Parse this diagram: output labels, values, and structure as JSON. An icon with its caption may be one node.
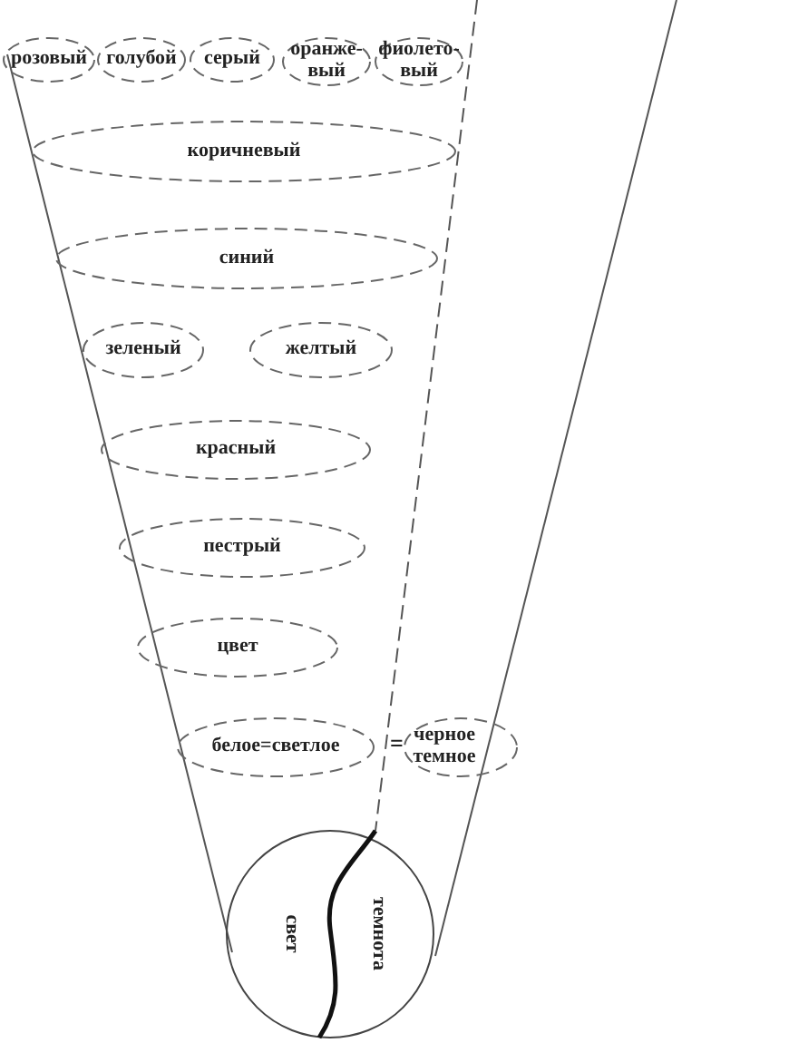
{
  "diagram": {
    "nodes": [
      {
        "text": [
          "розовый"
        ]
      },
      {
        "text": [
          "голубой"
        ]
      },
      {
        "text": [
          "серый"
        ]
      },
      {
        "text": [
          "оранже-вый"
        ]
      },
      {
        "text": [
          "фиолето-вый"
        ]
      },
      {
        "text": [
          "коричневый"
        ]
      },
      {
        "text": [
          "синий"
        ]
      },
      {
        "text": [
          "зеленый"
        ]
      },
      {
        "text": [
          "желтый"
        ]
      },
      {
        "text": [
          "красный"
        ]
      },
      {
        "text": [
          "пестрый"
        ]
      },
      {
        "text": [
          "цвет"
        ]
      },
      {
        "text": [
          "белое=светлое"
        ]
      },
      {
        "text": [
          "черное темное"
        ]
      },
      {
        "text": [
          "свет",
          "темнота"
        ]
      }
    ],
    "labels": [
      "="
    ]
  }
}
